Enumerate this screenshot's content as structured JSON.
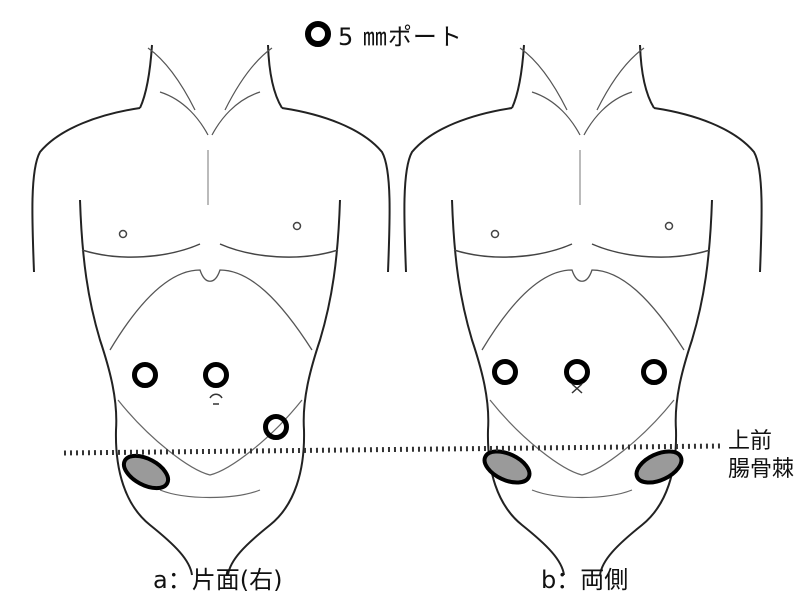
{
  "legend": {
    "marker_icon": "ring-icon",
    "label": "5 ㎜ポート"
  },
  "landmark": {
    "line1": "上前",
    "line2": "腸骨棘"
  },
  "figures": [
    {
      "caption": "a：片面(右)"
    },
    {
      "caption": "b：両側"
    }
  ],
  "colors": {
    "line": "#222222",
    "port": "#000000",
    "incision_fill": "#9a9a9a",
    "dotted_line": "#333333"
  }
}
